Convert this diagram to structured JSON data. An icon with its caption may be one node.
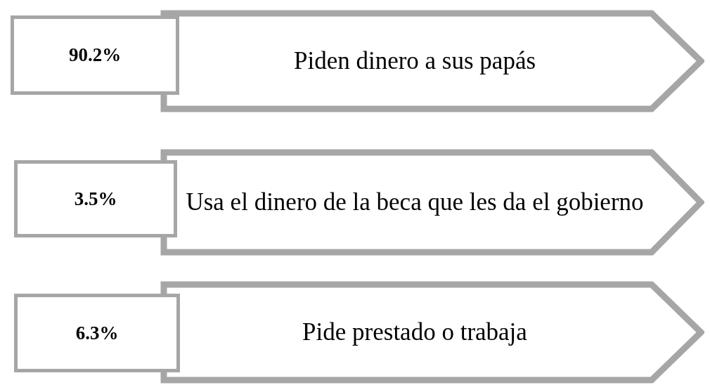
{
  "diagram": {
    "nodes": [
      {
        "text": [
          "90.2%"
        ]
      },
      {
        "text": [
          "Piden dinero a sus papás"
        ]
      },
      {
        "text": [
          "3.5%"
        ]
      },
      {
        "text": [
          "Usa el dinero de la beca que les da el gobierno"
        ]
      },
      {
        "text": [
          "6.3%"
        ]
      },
      {
        "text": [
          "Pide prestado o trabaja"
        ]
      }
    ]
  }
}
